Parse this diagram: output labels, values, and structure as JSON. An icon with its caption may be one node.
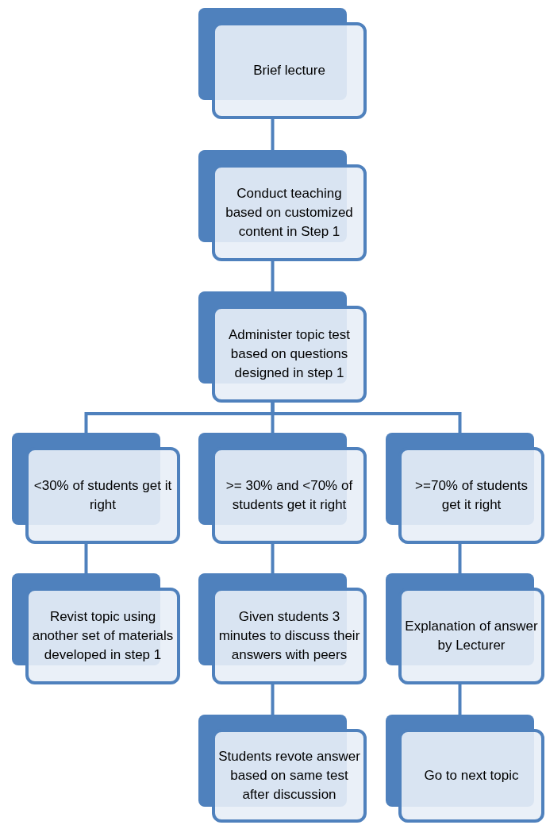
{
  "diagram": {
    "nodes": [
      {
        "text": [
          "Brief lecture"
        ]
      },
      {
        "text": [
          "Conduct teaching based on customized content in Step 1"
        ]
      },
      {
        "text": [
          "Administer topic test based on questions designed in step 1"
        ]
      },
      {
        "text": [
          "<30% of students get it right"
        ]
      },
      {
        "text": [
          ">= 30% and <70% of students get it right"
        ]
      },
      {
        "text": [
          ">=70% of students get it right"
        ]
      },
      {
        "text": [
          "Revist topic using another set of materials developed in step 1"
        ]
      },
      {
        "text": [
          "Given students 3 minutes to discuss their answers with peers"
        ]
      },
      {
        "text": [
          "Explanation of answer by Lecturer"
        ]
      },
      {
        "text": [
          "Students revote answer based on same test after discussion"
        ]
      },
      {
        "text": [
          "Go to next topic"
        ]
      }
    ],
    "edges": [
      {
        "from": 0,
        "to": 1,
        "arrow": "none"
      },
      {
        "from": 1,
        "to": 2,
        "arrow": "none"
      },
      {
        "from": 2,
        "to": 3,
        "arrow": "none"
      },
      {
        "from": 2,
        "to": 4,
        "arrow": "none"
      },
      {
        "from": 2,
        "to": 5,
        "arrow": "none"
      },
      {
        "from": 3,
        "to": 6,
        "arrow": "none"
      },
      {
        "from": 4,
        "to": 7,
        "arrow": "none"
      },
      {
        "from": 5,
        "to": 8,
        "arrow": "none"
      },
      {
        "from": 7,
        "to": 9,
        "arrow": "none"
      },
      {
        "from": 8,
        "to": 10,
        "arrow": "none"
      }
    ]
  }
}
